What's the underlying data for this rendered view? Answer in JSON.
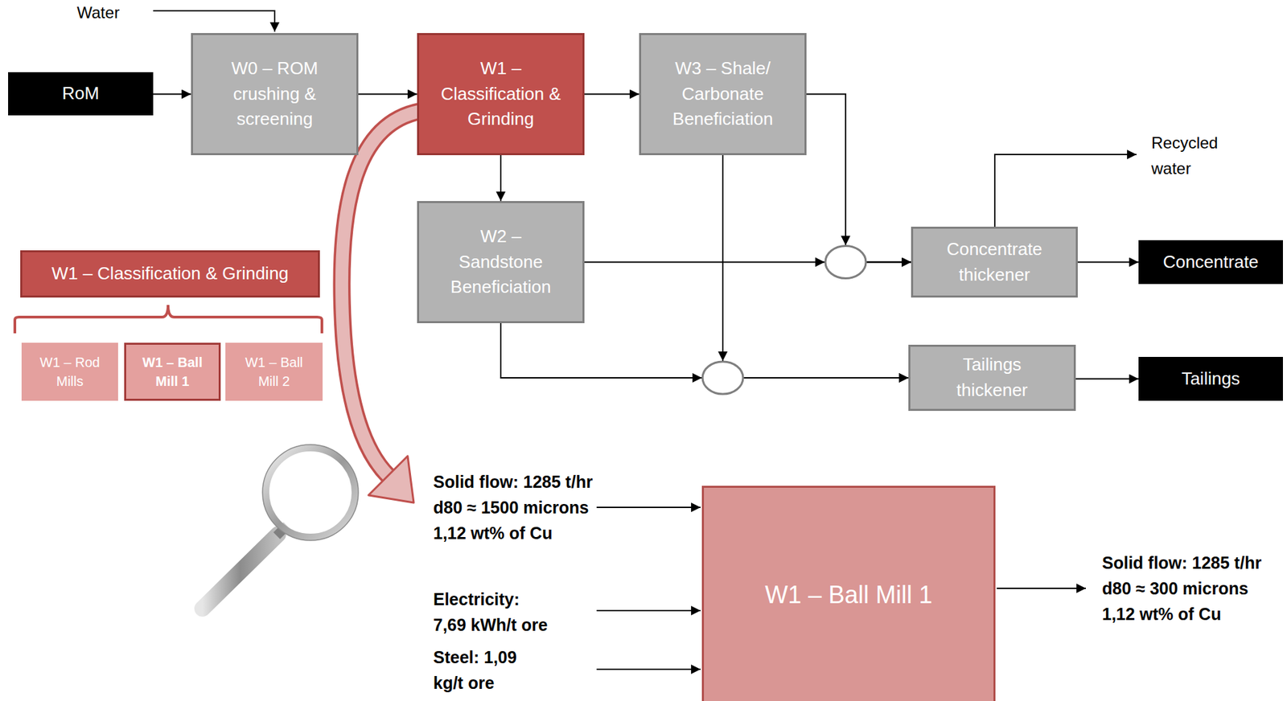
{
  "diagram": {
    "nodes": [
      {
        "text": [
          "RoM"
        ]
      },
      {
        "text": [
          "W0 – ROM crushing & screening"
        ]
      },
      {
        "text": [
          "W1 – Classification & Grinding"
        ]
      },
      {
        "text": [
          "W3 – Shale/ Carbonate Beneficiation"
        ]
      },
      {
        "text": [
          "W2 – Sandstone Beneficiation"
        ]
      },
      {
        "text": [
          "Concentrate thickener"
        ]
      },
      {
        "text": [
          "Concentrate"
        ]
      },
      {
        "text": [
          "Tailings thickener"
        ]
      },
      {
        "text": [
          "Tailings"
        ]
      },
      {
        "text": [
          "W1 – Classification & Grinding"
        ]
      },
      {
        "text": [
          "W1 – Rod Mills"
        ]
      },
      {
        "text": [
          "W1 – Ball Mill 1"
        ]
      },
      {
        "text": [
          "W1 – Ball Mill 2"
        ]
      },
      {
        "text": [
          "W1 – Ball Mill 1"
        ]
      }
    ],
    "edges": [
      {
        "from": 0,
        "to": 1,
        "arrow": "to"
      },
      {
        "from": 1,
        "to": 2,
        "arrow": "to"
      },
      {
        "from": 2,
        "to": 3,
        "arrow": "to"
      },
      {
        "from": 2,
        "to": 4,
        "arrow": "to"
      },
      {
        "from": 3,
        "to": 5,
        "arrow": "to"
      },
      {
        "from": 4,
        "to": 5,
        "arrow": "to"
      },
      {
        "from": 3,
        "to": 7,
        "arrow": "to"
      },
      {
        "from": 4,
        "to": 7,
        "arrow": "to"
      },
      {
        "from": 5,
        "to": 6,
        "arrow": "to"
      },
      {
        "from": 7,
        "to": 8,
        "arrow": "to"
      }
    ],
    "labels": [
      "Water",
      "Recycled water",
      "Solid flow: 1285 t/hr d80 ≈ 1500 microns 1,12 wt% of Cu",
      "Electricity: 7,69 kWh/t ore",
      "Steel: 1,09 kg/t ore",
      "Solid flow: 1285 t/hr d80 ≈ 300 microns 1,12 wt% of Cu"
    ]
  }
}
